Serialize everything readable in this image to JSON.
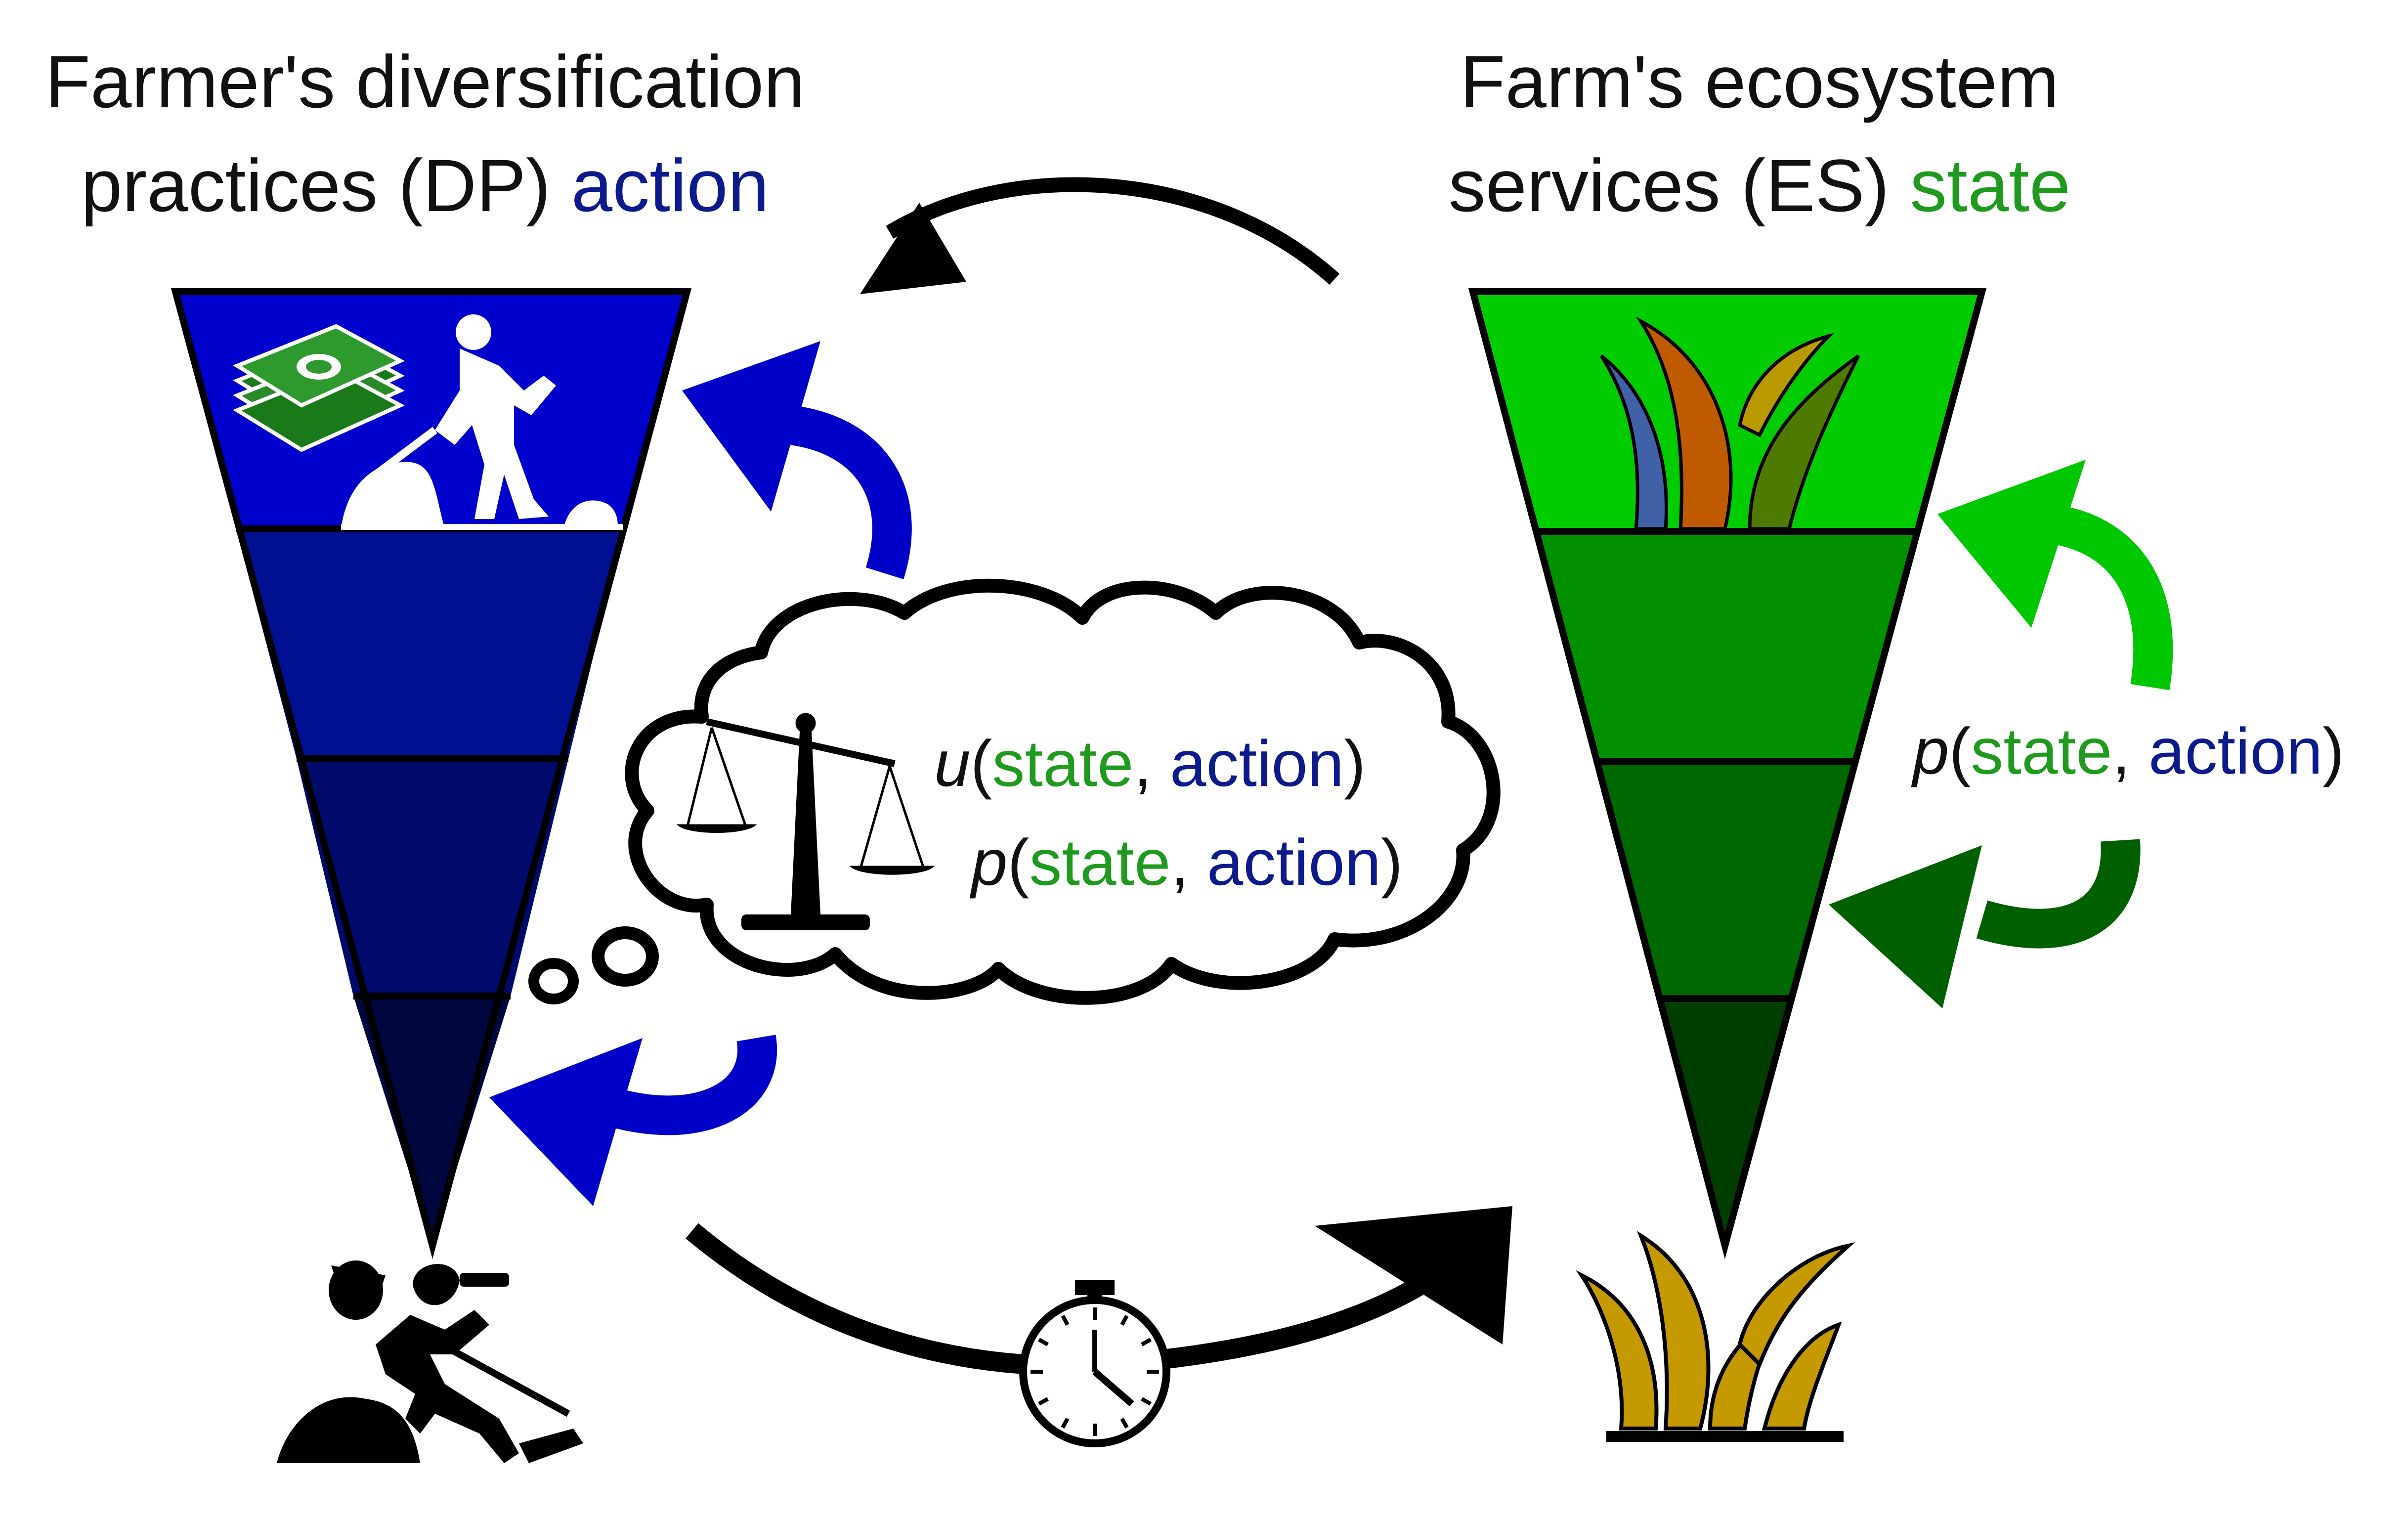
{
  "left_title": {
    "line1": "Farmer's diversification",
    "line2_prefix": "practices (DP) ",
    "line2_highlight": "action"
  },
  "right_title": {
    "line1": "Farm's ecosystem",
    "line2_prefix": "services (ES) ",
    "line2_highlight": "state"
  },
  "cloud_formulas": [
    {
      "fn": "u",
      "open": "(",
      "arg1": "state",
      "sep": ", ",
      "arg2": "action",
      "close": ")"
    },
    {
      "fn": "p",
      "open": "(",
      "arg1": "state",
      "sep": ", ",
      "arg2": "action",
      "close": ")"
    }
  ],
  "right_formula": {
    "fn": "p",
    "open": "(",
    "arg1": "state",
    "sep": ", ",
    "arg2": "action",
    "close": ")"
  },
  "colors": {
    "action_blue": "#0d1a8c",
    "state_green": "#1f9a1f",
    "dp_levels": [
      "#0000cc",
      "#001090",
      "#000a6a",
      "#00073f"
    ],
    "es_levels": [
      "#00cc00",
      "#009000",
      "#006800",
      "#003e00"
    ],
    "arrow_blue": "#0000c8",
    "arrow_light_green": "#00c800",
    "arrow_dark_green": "#006000",
    "plant_gold": "#c49a00"
  },
  "icons": [
    "money-stack-icon",
    "digging-farmer-icon",
    "balance-scale-icon",
    "stopwatch-icon",
    "resting-farmer-icon",
    "crop-plant-icon",
    "colored-plant-icon"
  ]
}
